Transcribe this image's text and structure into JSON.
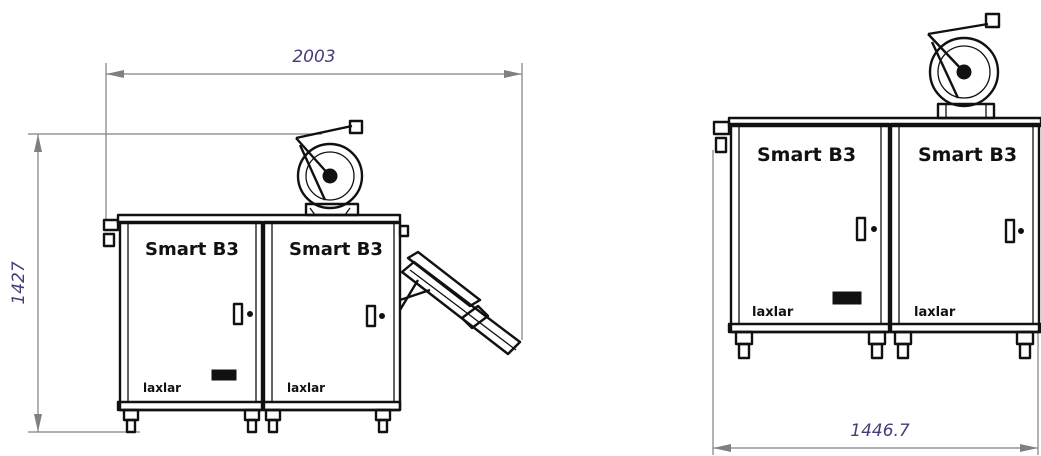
{
  "dimensions": {
    "width_label": "2003",
    "height_label": "1427",
    "depth_label": "1446.7"
  },
  "labels": {
    "product_name": "Smart B3",
    "brand": "laxlar"
  }
}
